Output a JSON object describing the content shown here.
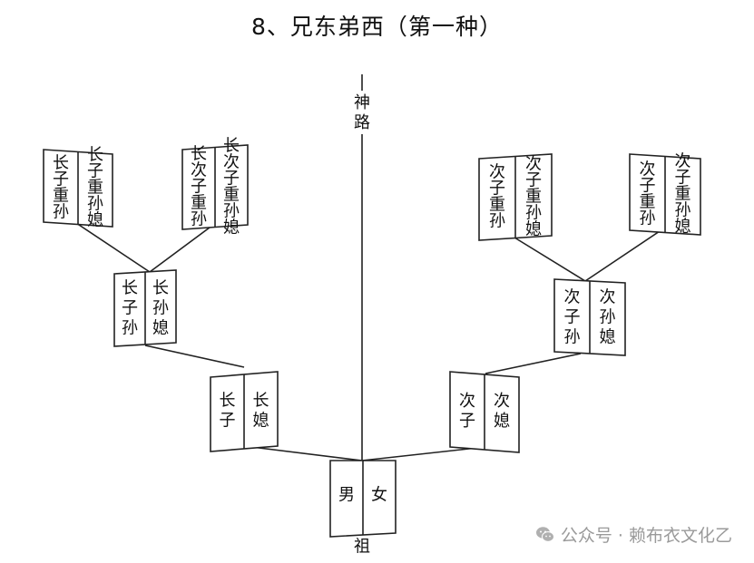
{
  "title": "8、兄东弟西（第一种）",
  "axis": {
    "top_label": "神路",
    "bottom_label": "祖"
  },
  "root": {
    "left": "男",
    "right": "女"
  },
  "nodes": [
    {
      "id": "elder-son",
      "left": [
        "长子"
      ],
      "right": [
        "长媳"
      ]
    },
    {
      "id": "second-son",
      "left": [
        "次子"
      ],
      "right": [
        "次媳"
      ]
    },
    {
      "id": "elder-grandson",
      "left": [
        "长子孙"
      ],
      "right": [
        "长孙媳"
      ]
    },
    {
      "id": "second-grandson",
      "left": [
        "次子孙"
      ],
      "right": [
        "次孙媳"
      ]
    },
    {
      "id": "ll",
      "left": [
        "长子重孙"
      ],
      "right": [
        "长子重孙媳"
      ]
    },
    {
      "id": "lr",
      "left": [
        "长次子重孙"
      ],
      "right": [
        "长次子重孙媳"
      ]
    },
    {
      "id": "rl",
      "left": [
        "次子重孙"
      ],
      "right": [
        "次子重孙媳"
      ]
    },
    {
      "id": "rr",
      "left": [
        "次子重孙"
      ],
      "right": [
        "次子重孙媳"
      ]
    }
  ],
  "watermark": {
    "icon": "wechat-icon",
    "text": "公众号 · 赖布衣文化乙"
  }
}
